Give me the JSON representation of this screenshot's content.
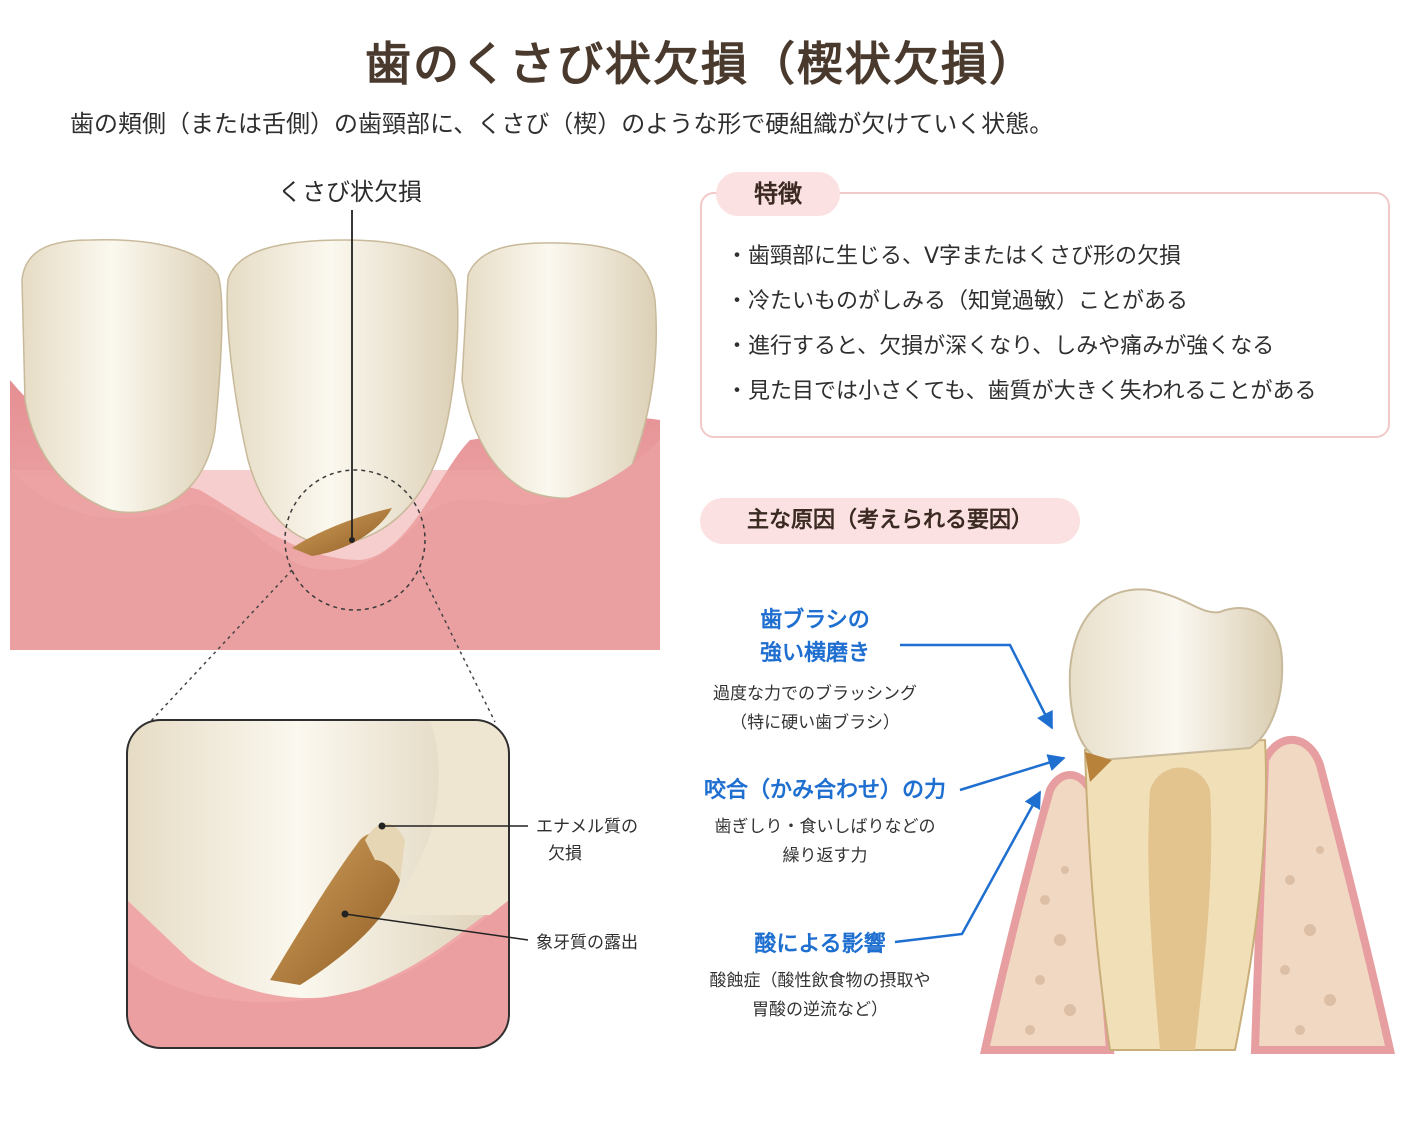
{
  "title": "歯のくさび状欠損（楔状欠損）",
  "subtitle": "歯の頬側（または舌側）の歯頸部に、くさび（楔）のような形で硬組織が欠けていく状態。",
  "illustration": {
    "wedge_label": "くさび状欠損",
    "callouts": {
      "enamel_line1": "エナメル質の",
      "enamel_line2": "欠損",
      "dentin": "象牙質の露出"
    }
  },
  "features": {
    "heading": "特徴",
    "items": [
      "・歯頸部に生じる、V字またはくさび形の欠損",
      "・冷たいものがしみる（知覚過敏）ことがある",
      "・進行すると、欠損が深くなり、しみや痛みが強くなる",
      "・見た目では小さくても、歯質が大きく失われることがある"
    ]
  },
  "causes": {
    "heading": "主な原因（考えられる要因）",
    "items": [
      {
        "title_lines": [
          "歯ブラシの",
          "強い横磨き"
        ],
        "desc_lines": [
          "過度な力でのブラッシング",
          "（特に硬い歯ブラシ）"
        ]
      },
      {
        "title_lines": [
          "咬合（かみ合わせ）の力"
        ],
        "desc_lines": [
          "歯ぎしり・食いしばりなどの",
          "繰り返す力"
        ]
      },
      {
        "title_lines": [
          "酸による影響"
        ],
        "desc_lines": [
          "酸蝕症（酸性飲食物の摂取や",
          "胃酸の逆流など）"
        ]
      }
    ]
  },
  "colors": {
    "accent_blue": "#1f6fd1",
    "pink_tab": "#fbe1e1",
    "box_border": "#f2c9c9",
    "gum": "#e89a9a",
    "tooth": "#f3ecdc",
    "dentin_brown": "#b8823a"
  }
}
